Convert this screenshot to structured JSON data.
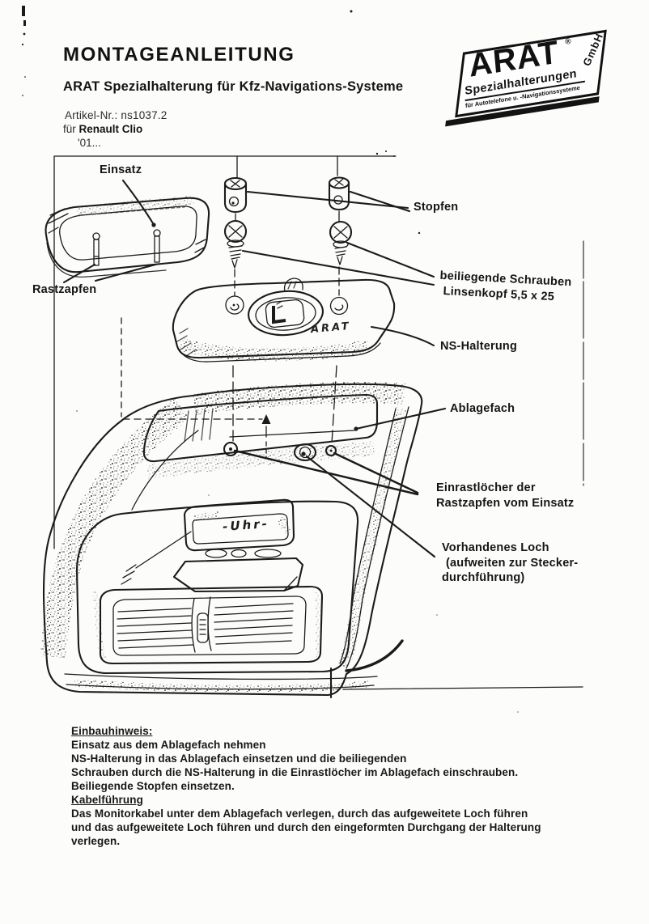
{
  "page": {
    "title": "MONTAGEANLEITUNG",
    "subtitle": "ARAT Spezialhalterung für Kfz-Navigations-Systeme",
    "article_no": "Artikel-Nr.: ns1037.2",
    "vehicle_prefix": "für ",
    "vehicle": "Renault Clio",
    "year": "'01..."
  },
  "logo": {
    "brand": "ARAT",
    "registered": "®",
    "gmbh": "GmbH",
    "line1": "Spezialhalterungen",
    "line2": "für Autotelefone u. -Navigationssysteme"
  },
  "diagram": {
    "labels": {
      "einsatz": "Einsatz",
      "rastzapfen": "Rastzapfen",
      "stopfen": "Stopfen",
      "schrauben_line1": "beiliegende Schrauben",
      "schrauben_line2": "Linsenkopf 5,5 x 25",
      "ns_halterung": "NS-Halterung",
      "ablagefach": "Ablagefach",
      "einrast_line1": "Einrastlöcher der",
      "einrast_line2": "Rastzapfen vom Einsatz",
      "loch_line1": "Vorhandenes Loch",
      "loch_line2": "(aufweiten zur Stecker-",
      "loch_line3": "durchführung)",
      "uhr_display": "-Uhr-",
      "arat_embossed": "ARAT"
    }
  },
  "instructions": {
    "heading1": "Einbauhinweis:",
    "block1": [
      "Einsatz aus dem Ablagefach nehmen",
      "NS-Halterung in das Ablagefach einsetzen und die beiliegenden",
      "Schrauben durch die NS-Halterung in die Einrastlöcher im Ablagefach einschrauben.",
      "Beiliegende Stopfen einsetzen."
    ],
    "heading2": "Kabelführung",
    "block2": [
      "Das Monitorkabel unter dem Ablagefach verlegen, durch das aufgeweitete Loch führen",
      "und das aufgeweitete Loch führen und durch den eingeformten Durchgang der Halterung",
      "verlegen."
    ]
  },
  "colors": {
    "ink": "#1b1b1b",
    "paper": "#fcfcfa"
  }
}
